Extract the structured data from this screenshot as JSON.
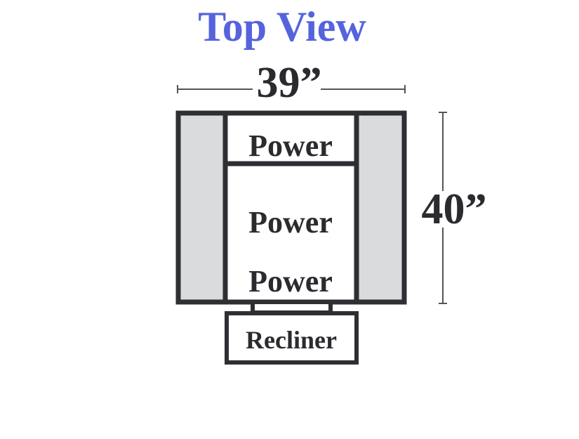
{
  "title": "Top View",
  "dimensions": {
    "width": "39”",
    "depth": "40”"
  },
  "sections": {
    "top_cushion": "Power",
    "seat_upper": "Power",
    "seat_lower": "Power",
    "footrest": "Recliner"
  },
  "colors": {
    "title": "#5563dd",
    "outline": "#2e2f33",
    "arm_fill": "#dadbdc",
    "text": "#2b2b2f"
  }
}
